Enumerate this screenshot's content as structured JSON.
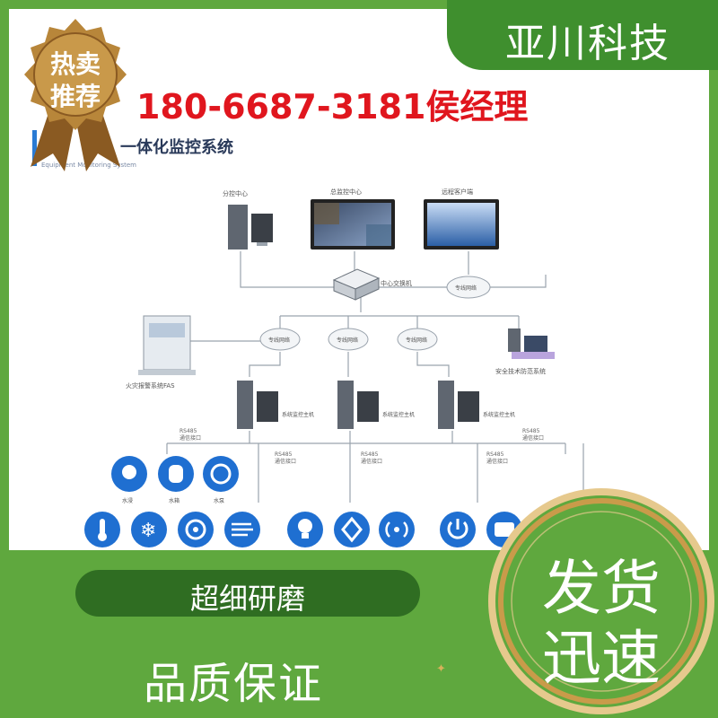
{
  "brand": {
    "name": "亚川科技"
  },
  "badge": {
    "line1": "热卖",
    "line2": "推荐"
  },
  "contact": {
    "phone": "180-6687-3181侯经理"
  },
  "diagram": {
    "title_visible": "一体化监控系统",
    "subtitle": "Equipment Monitoring System",
    "nodes": {
      "branch_center": "分控中心",
      "main_center": "总监控中心",
      "remote_client": "远程客户端",
      "center_switch": "中心交换机",
      "network_cloud": "专线网络",
      "fire_alarm": "火灾报警系统FAS",
      "security_system": "安全技术防范系统",
      "monitor_host": "系统监控主机",
      "rs485_a": "RS485",
      "comm_port": "通信接口",
      "rs485_b": "RS485",
      "rs485_c": "RS485",
      "rs485_d": "RS485",
      "rs485_e": "RS485"
    },
    "device_labels": {
      "d1": "水浸",
      "d2": "水箱",
      "d3": "水泵"
    }
  },
  "footer": {
    "pill": "超细研磨",
    "guarantee": "品质保证",
    "seal_line1": "发货",
    "seal_line2": "迅速"
  },
  "colors": {
    "frame": "#5fa83e",
    "brand_bg": "#3f8f2e",
    "pill": "#2f6d22",
    "phone": "#e0161e",
    "device_blue": "#1f6fd1",
    "seal_ring": "#c99b4a",
    "badge_gold": "#b8863a"
  },
  "icons": [
    "thermometer-icon",
    "snowflake-icon",
    "fan-icon",
    "air-flow-icon",
    "lightbulb-icon",
    "diamond-icon",
    "wireless-icon",
    "power-icon",
    "wallet-icon",
    "camera-icon",
    "tank-icon",
    "gauge-icon"
  ]
}
